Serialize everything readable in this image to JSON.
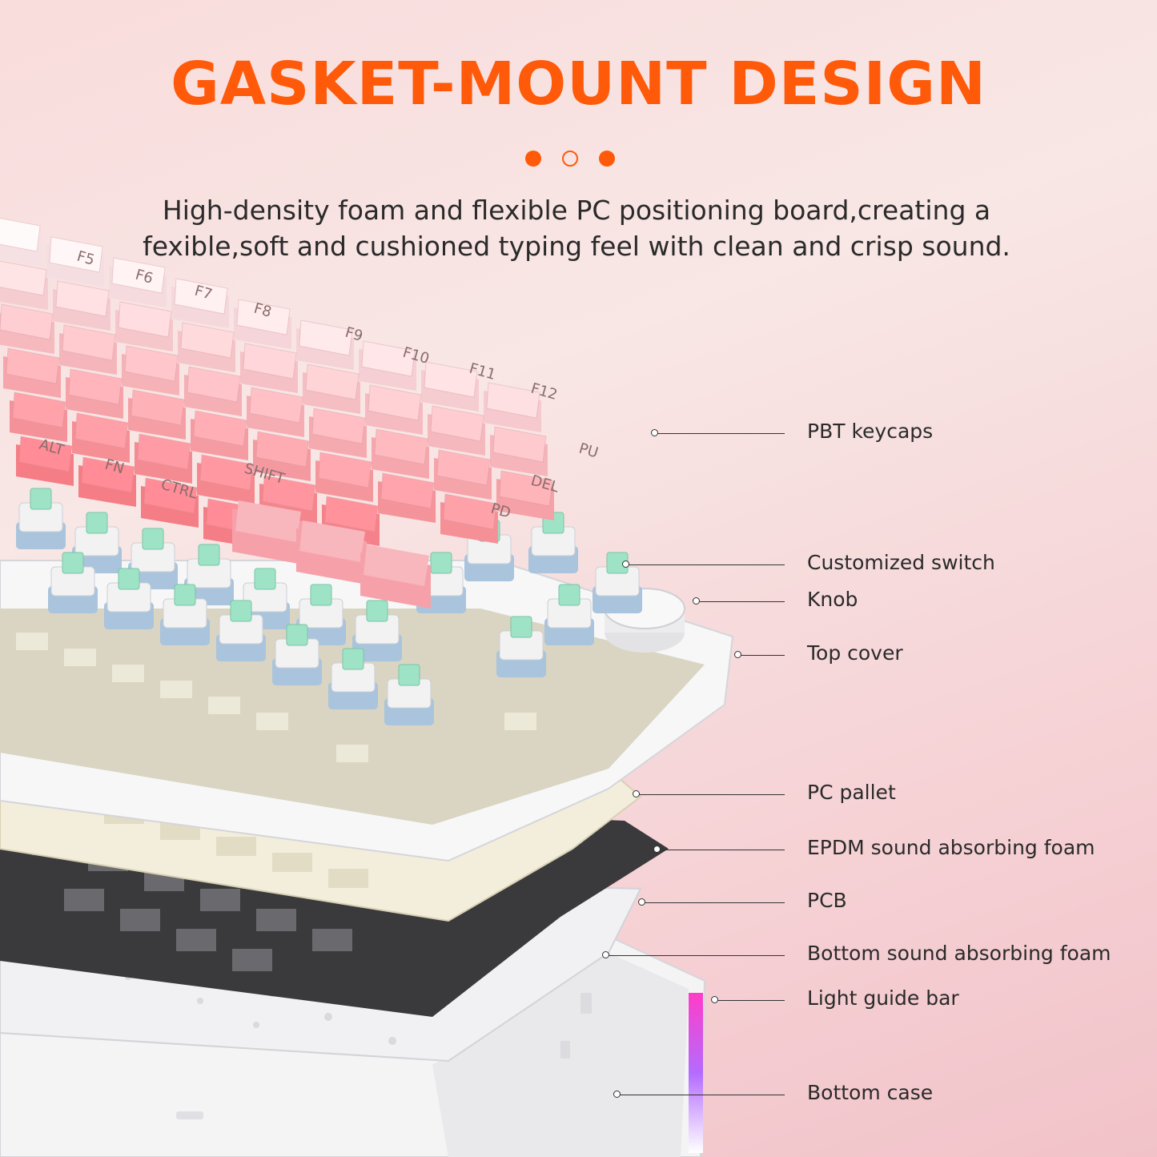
{
  "title": "GASKET-MOUNT DESIGN",
  "subtitle": {
    "line1": "High-density foam and flexible PC positioning board,creating a",
    "line2": "fexible,soft and cushioned typing feel with clean and crisp sound."
  },
  "accent_color": "#ff5a0a",
  "indicator_dots": [
    "filled",
    "hollow",
    "filled"
  ],
  "keycap_legends": [
    "F5",
    "F6",
    "F7",
    "F8",
    "F9",
    "F10",
    "F11",
    "F12",
    "ALT",
    "FN",
    "CTRL",
    "SHIFT",
    "PU",
    "DEL",
    "PD"
  ],
  "callouts": [
    {
      "label": "PBT keycaps"
    },
    {
      "label": "Customized switch"
    },
    {
      "label": "Knob"
    },
    {
      "label": "Top cover"
    },
    {
      "label": "PC pallet"
    },
    {
      "label": "EPDM sound absorbing foam"
    },
    {
      "label": "PCB"
    },
    {
      "label": "Bottom sound absorbing foam"
    },
    {
      "label": "Light guide bar"
    },
    {
      "label": "Bottom case"
    }
  ]
}
